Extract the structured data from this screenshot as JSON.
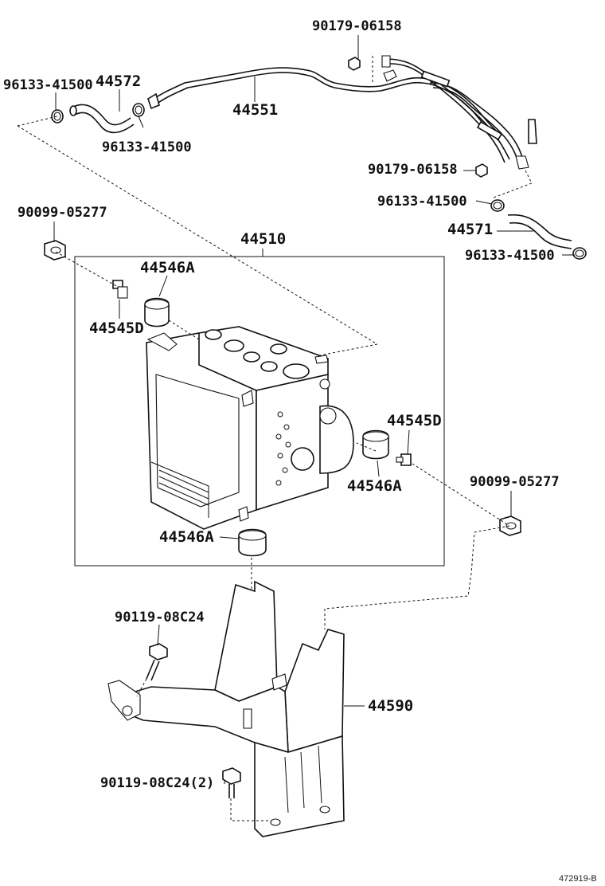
{
  "labels": {
    "clip_top": "90179-06158",
    "clamp_left_upper": "96133-41500",
    "hose_upper": "44572",
    "tube": "44551",
    "clamp_left_lower": "96133-41500",
    "clip_right": "90179-06158",
    "clamp_right_upper": "96133-41500",
    "hose_lower": "44571",
    "clamp_right_lower": "96133-41500",
    "bolt_left": "90099-05277",
    "actuator_assy": "44510",
    "cushion_upper": "44546A",
    "collar_left": "44545D",
    "collar_right": "44545D",
    "cushion_right": "44546A",
    "bolt_right": "90099-05277",
    "cushion_bottom": "44546A",
    "bolt_bracket": "90119-08C24",
    "bracket": "44590",
    "bolt_bracket_lower": "90119-08C24(2)",
    "diagram_id": "472919-B"
  }
}
